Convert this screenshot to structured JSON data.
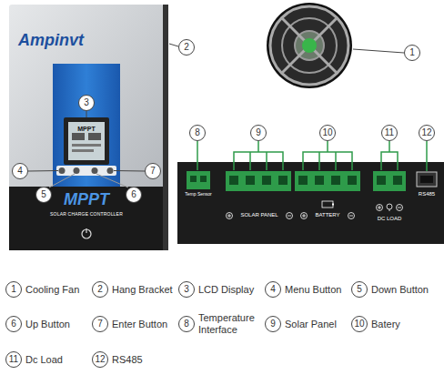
{
  "diagram": {
    "nodes": [
      {
        "text": [
          "Ampinvt",
          "MPPT",
          "SOLAR CHARGE CONTROLLER"
        ]
      },
      {
        "text": [
          "MPPT"
        ],
        "in": 0
      },
      {
        "text": [
          "Temp Sensor",
          "SOLAR PANEL",
          "BATTERY",
          "DC LOAD",
          "RS485"
        ]
      }
    ],
    "labels": [
      "1",
      "2",
      "3",
      "4",
      "7",
      "5",
      "6",
      "8",
      "9",
      "10",
      "11",
      "12",
      "1",
      "Cooling Fan",
      "2",
      "Hang Bracket",
      "3",
      "LCD Display",
      "4",
      "Menu Button",
      "5",
      "Down Button",
      "6",
      "Up Button",
      "7",
      "Enter Button",
      "8",
      "Temperature Interface",
      "9",
      "Solar Panel",
      "10",
      "Batery",
      "11",
      "Dc Load",
      "12",
      "RS485"
    ]
  }
}
